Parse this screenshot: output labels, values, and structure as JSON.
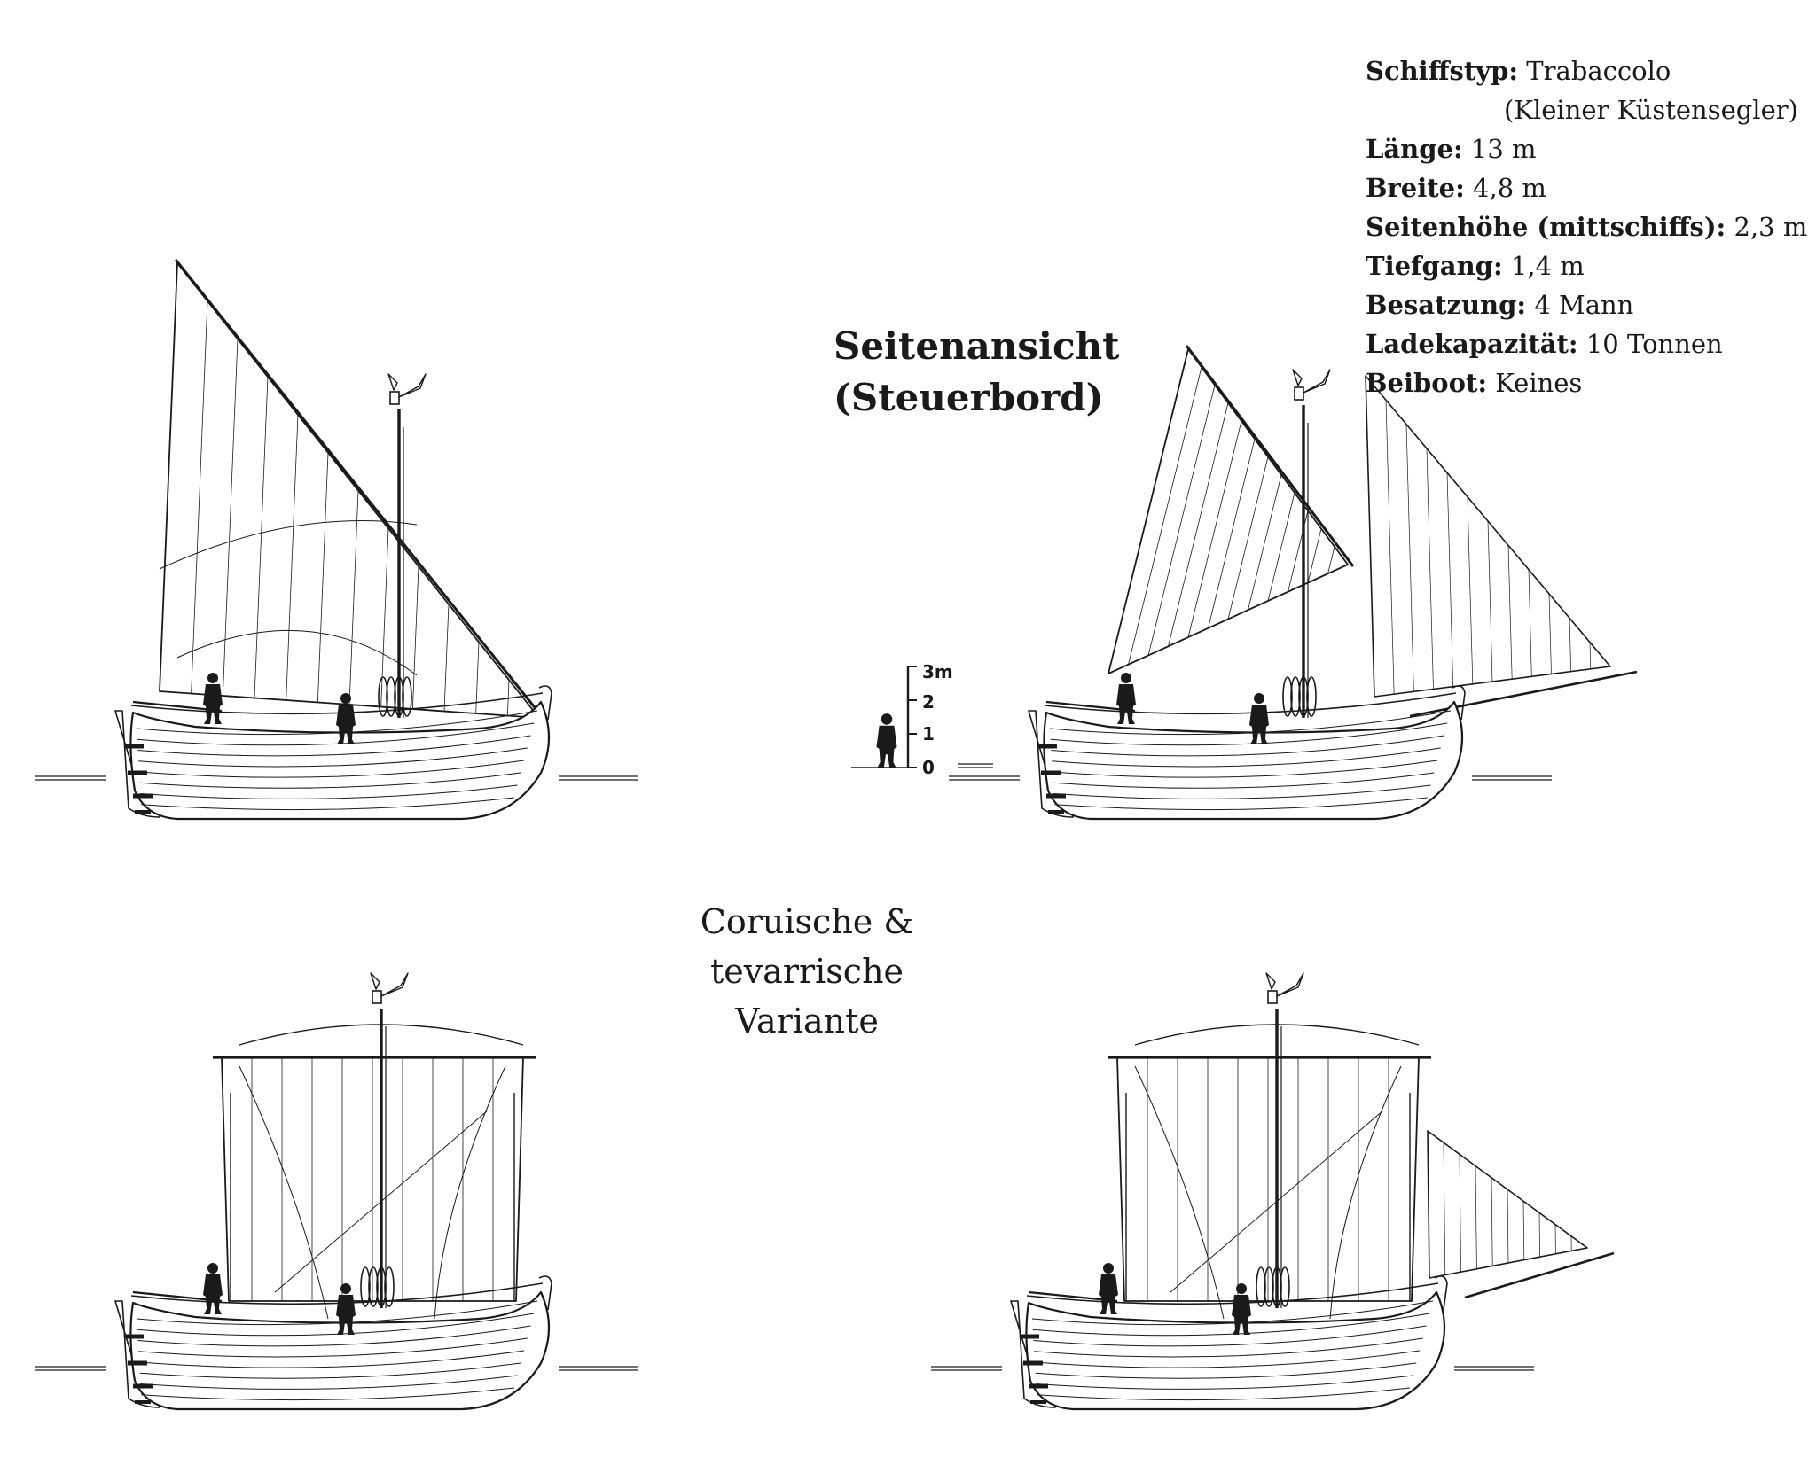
{
  "specs": {
    "ship_type_label": "Schiffstyp:",
    "ship_type_value": "Trabaccolo",
    "ship_type_note": "(Kleiner Küstensegler)",
    "length_label": "Länge:",
    "length_value": "13 m",
    "beam_label": "Breite:",
    "beam_value": "4,8  m",
    "depth_label": "Seitenhöhe (mittschiffs):",
    "depth_value": "2,3 m",
    "draft_label": "Tiefgang:",
    "draft_value": "1,4 m",
    "crew_label": "Besatzung:",
    "crew_value": "4 Mann",
    "cargo_label": "Ladekapazität:",
    "cargo_value": "10 Tonnen",
    "boat_label": "Beiboot:",
    "boat_value": "Keines"
  },
  "view_title": {
    "line1": "Seitenansicht",
    "line2": "(Steuerbord)"
  },
  "variant_title": {
    "line1": "Coruische & tevarrische",
    "line2": "Variante"
  },
  "scale": {
    "labels": [
      "3m",
      "2",
      "1",
      "0"
    ]
  },
  "drawings": [
    {
      "name": "lateen-sail-ship",
      "rig": "lateen",
      "jib": false
    },
    {
      "name": "lateen-sail-with-jib-ship",
      "rig": "lateen",
      "jib": true
    },
    {
      "name": "square-sail-ship",
      "rig": "square",
      "jib": false
    },
    {
      "name": "square-sail-with-jib-ship",
      "rig": "square",
      "jib": true
    }
  ],
  "colors": {
    "ink": "#1a1a1a",
    "background": "#ffffff"
  }
}
